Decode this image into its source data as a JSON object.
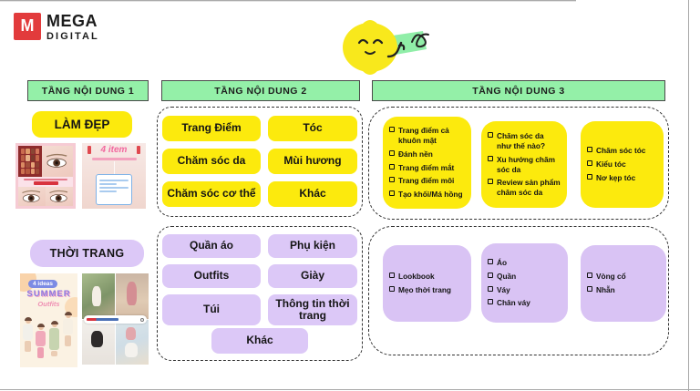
{
  "logo": {
    "name_top": "MEGA",
    "name_bottom": "DIGITAL",
    "mark_letter": "M"
  },
  "headers": {
    "tier1": "TẦNG NỘI DUNG 1",
    "tier2": "TẦNG NỘI DUNG 2",
    "tier3": "TẦNG NỘI DUNG 3"
  },
  "colors": {
    "tier_header_green": "#94F0A8",
    "beauty_yellow": "#FCEA0D",
    "fashion_purple": "#DCC8F7",
    "logo_red": "#E23B3C"
  },
  "beauty": {
    "label": "LÀM ĐẸP",
    "buttons": [
      "Trang Điểm",
      "Tóc",
      "Chăm sóc da",
      "Mùi hương",
      "Chăm sóc cơ thể",
      "Khác"
    ],
    "checklists": [
      [
        "Trang điểm cả khuôn mặt",
        "Đánh nền",
        "Trang điểm mắt",
        "Trang điểm môi",
        "Tạo khối/Má hồng"
      ],
      [
        "Chăm sóc da như thế nào?",
        "Xu hướng chăm sóc da",
        "Review sản phẩm chăm sóc da"
      ],
      [
        "Chăm sóc tóc",
        "Kiểu tóc",
        "Nơ kẹp tóc"
      ]
    ],
    "thumb2_caption": "4 item"
  },
  "fashion": {
    "label": "THỜI TRANG",
    "buttons": [
      "Quần áo",
      "Phụ kiện",
      "Outfits",
      "Giày",
      "Túi",
      "Thông tin thời trang",
      "Khác"
    ],
    "checklists": [
      [
        "Lookbook",
        "Mẹo thời trang"
      ],
      [
        "Áo",
        "Quần",
        "Váy",
        "Chân váy"
      ],
      [
        "Vòng cổ",
        "Nhẫn"
      ]
    ],
    "thumb1_badge": "4 ideas",
    "thumb1_title": "SUMMER",
    "thumb1_subtitle": "Outfits"
  }
}
